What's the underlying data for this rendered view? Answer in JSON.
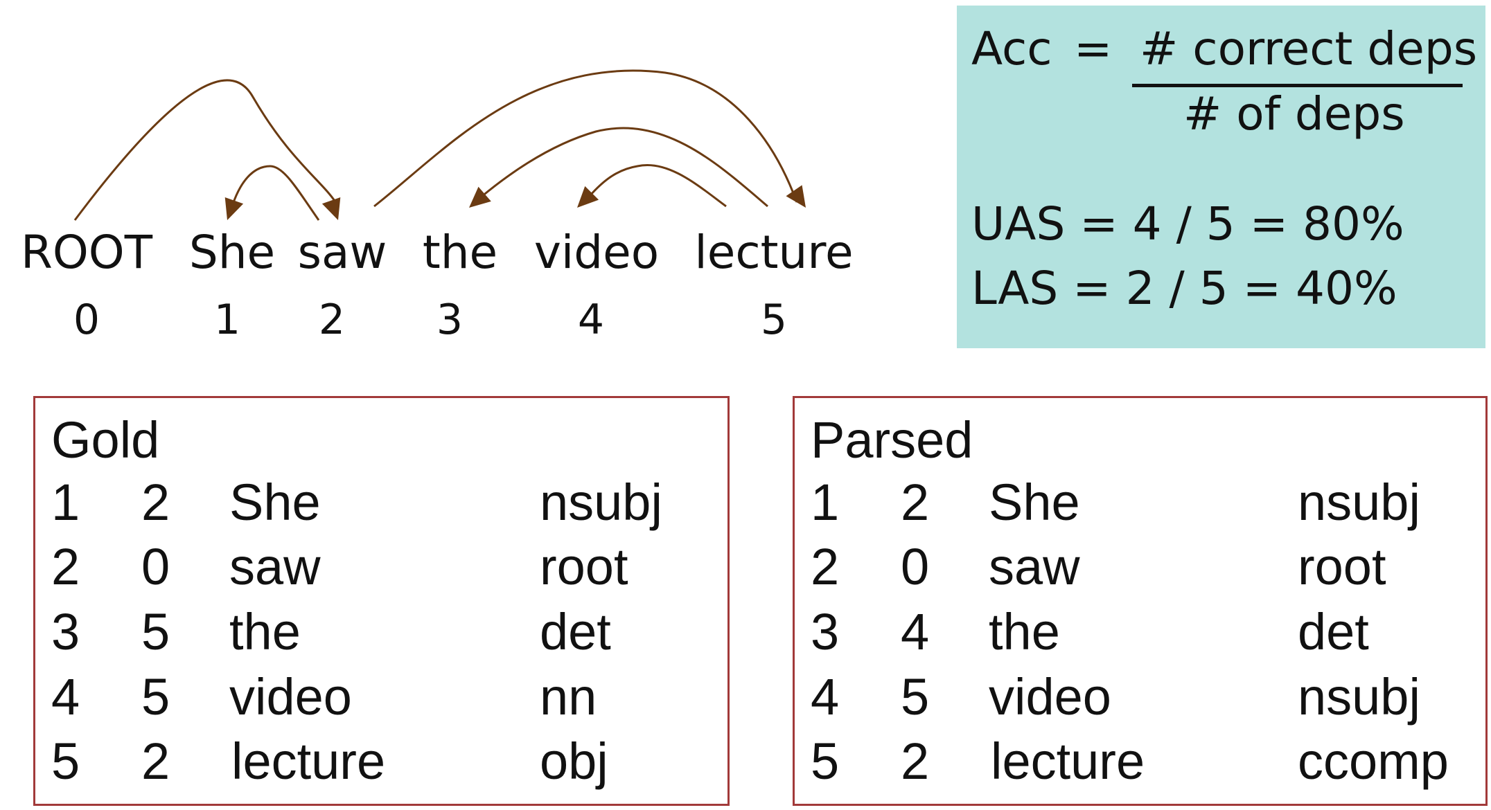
{
  "sentence": {
    "tokens": [
      {
        "word": "ROOT",
        "index": "0"
      },
      {
        "word": "She",
        "index": "1"
      },
      {
        "word": "saw",
        "index": "2"
      },
      {
        "word": "the",
        "index": "3"
      },
      {
        "word": "video",
        "index": "4"
      },
      {
        "word": "lecture",
        "index": "5"
      }
    ],
    "arc_color": "#6b3b12"
  },
  "metrics": {
    "acc_label": "Acc",
    "acc_eq": "=",
    "numerator": "# correct deps",
    "denominator": "# of deps",
    "uas": "UAS =  4 / 5  =  80%",
    "las": "LAS  =  2 / 5  =  40%",
    "bg_color": "#b3e2df"
  },
  "gold": {
    "title": "Gold",
    "rows": [
      {
        "idx": "1",
        "head": "2",
        "word": "She",
        "rel": "nsubj"
      },
      {
        "idx": "2",
        "head": "0",
        "word": "saw",
        "rel": "root"
      },
      {
        "idx": "3",
        "head": "5",
        "word": "the",
        "rel": "det"
      },
      {
        "idx": "4",
        "head": "5",
        "word": "video",
        "rel": "nn"
      },
      {
        "idx": "5",
        "head": "2",
        "word": "lecture",
        "rel": "obj"
      }
    ]
  },
  "parsed": {
    "title": "Parsed",
    "rows": [
      {
        "idx": "1",
        "head": "2",
        "word": "She",
        "rel": "nsubj"
      },
      {
        "idx": "2",
        "head": "0",
        "word": "saw",
        "rel": "root"
      },
      {
        "idx": "3",
        "head": "4",
        "word": "the",
        "rel": "det"
      },
      {
        "idx": "4",
        "head": "5",
        "word": "video",
        "rel": "nsubj"
      },
      {
        "idx": "5",
        "head": "2",
        "word": "lecture",
        "rel": "ccomp"
      }
    ]
  },
  "table_border_color": "#a23a3a"
}
